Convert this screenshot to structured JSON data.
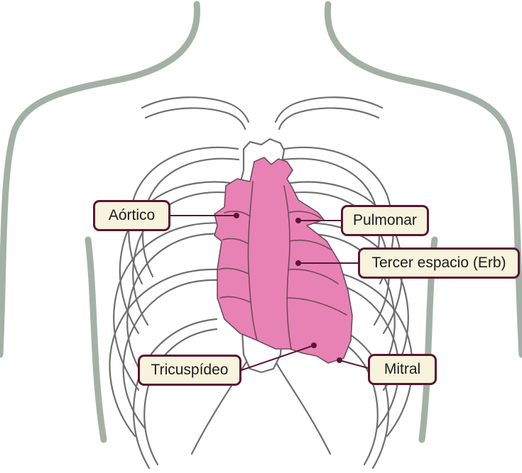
{
  "diagram": {
    "labels": {
      "aortic": "Aórtico",
      "pulmonic": "Pulmonar",
      "erb": "Tercer espacio (Erb)",
      "tricuspid": "Tricuspídeo",
      "mitral": "Mitral"
    }
  },
  "colors": {
    "heart_fill": "#e882b4",
    "body_outline": "#a3b0a6",
    "rib_stroke": "#6e6e6e",
    "label_fill": "#f8f3dd",
    "label_border": "#5a1534",
    "leader_line": "#5a1534"
  }
}
